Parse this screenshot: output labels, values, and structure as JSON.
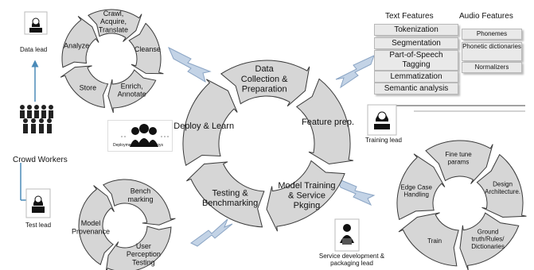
{
  "top_left_cycle": {
    "segments": [
      "Crawl, Acquire, Translate",
      "Cleanse",
      "Enrich, Annotate",
      "Store",
      "Analyze"
    ]
  },
  "central_cycle": {
    "segments": [
      "Data Collection & Preparation",
      "Feature prep.",
      "Model Training & Service Pkging",
      "Testing & Benchmarking",
      "Deploy & Learn"
    ]
  },
  "bottom_left_cycle": {
    "segments": [
      "Bench marking",
      "User Perception Testing",
      "Model Provenance"
    ]
  },
  "bottom_right_cycle": {
    "segments": [
      "Fine tune params",
      "Design Architecture.",
      "Ground truth/Rules/ Dictionaries",
      "Train",
      "Edge Case Handling"
    ]
  },
  "roles": {
    "data_lead": "Data lead",
    "crowd_workers": "Crowd Workers",
    "test_lead": "Test lead",
    "deployment_team": "Deployment Team – deploys",
    "training_lead": "Training lead",
    "service_dev_lead": "Service development & packaging lead"
  },
  "text_features": {
    "title": "Text Features",
    "items": [
      "Tokenization",
      "Segmentation",
      "Part-of-Speech Tagging",
      "Lemmatization",
      "Semantic analysis"
    ]
  },
  "audio_features": {
    "title": "Audio Features",
    "items": [
      "Phonemes",
      "Phonetic dictionaries",
      "Normalizers"
    ]
  },
  "colors": {
    "arrow_fill": "#d6d6d6",
    "arrow_stroke": "#3a3a3a",
    "connector": "#4a8ab8",
    "bolt_fill": "#c3d3e6"
  }
}
